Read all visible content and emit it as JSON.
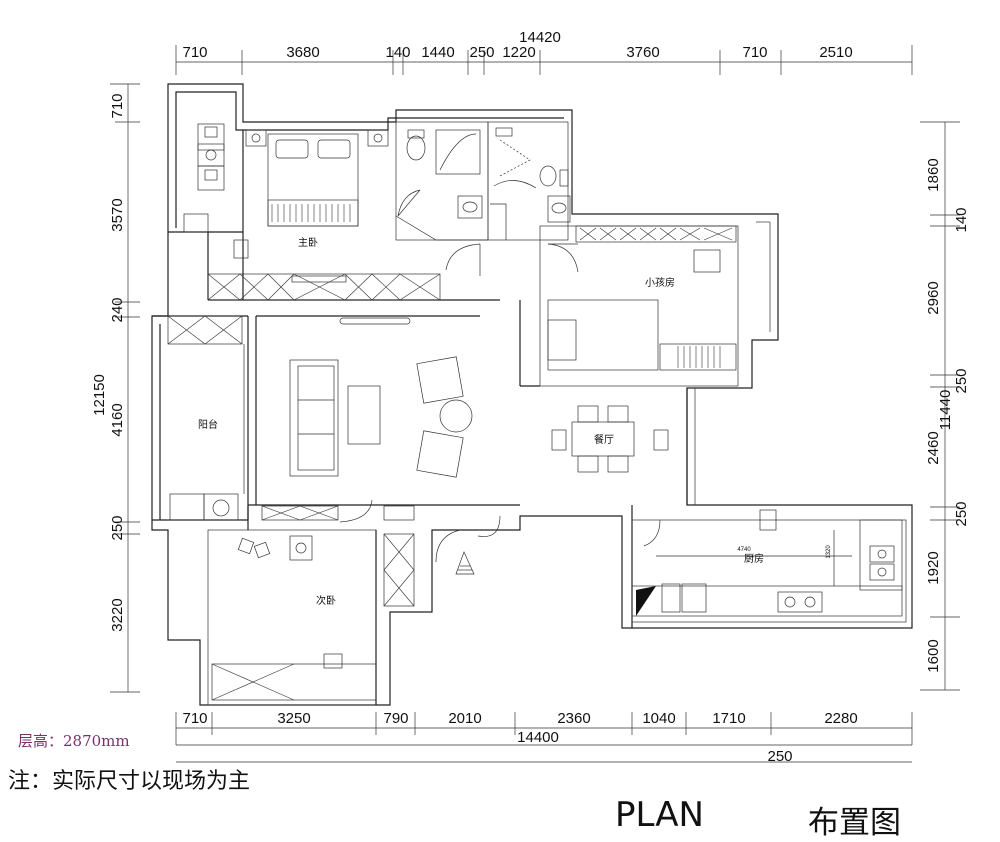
{
  "dimensions": {
    "top_total": "14420",
    "top": [
      "710",
      "3680",
      "140",
      "1440",
      "250",
      "1220",
      "3760",
      "710",
      "2510"
    ],
    "bottom_total": "14400",
    "bottom": [
      "710",
      "3250",
      "790",
      "2010",
      "2360",
      "1040",
      "1710",
      "2280"
    ],
    "bottom_extra": "250",
    "left_total": "12150",
    "left": [
      "710",
      "3570",
      "240",
      "4160",
      "250",
      "3220"
    ],
    "right_total": "11440",
    "right": [
      "1860",
      "140",
      "2960",
      "250",
      "2460",
      "250",
      "1920",
      "1600"
    ]
  },
  "rooms": {
    "master_bedroom": "主卧",
    "kids_room": "小孩房",
    "balcony": "阳台",
    "dining": "餐厅",
    "second_bedroom": "次卧",
    "kitchen": "厨房"
  },
  "kitchen_dims": [
    "4740",
    "1320"
  ],
  "floor_height": "层高：2870mm",
  "note": "注：实际尺寸以现场为主",
  "title": "PLAN",
  "title_cn": "布置图"
}
